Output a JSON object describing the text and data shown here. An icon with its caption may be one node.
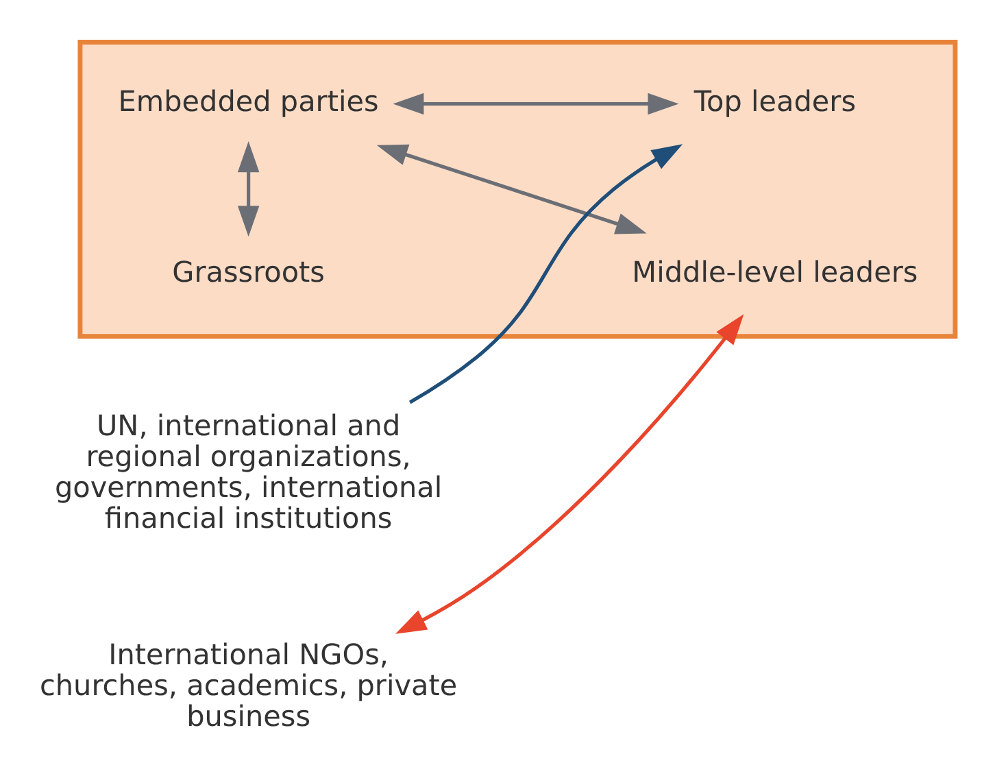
{
  "diagram": {
    "nodes": [
      {
        "text": [],
        "shape": "triangle"
      },
      {
        "text": [
          "UN, international and regional organizations, governments, international financial institutions"
        ]
      },
      {
        "text": [
          "Top leaders"
        ],
        "in": 0
      },
      {
        "text": [
          "International NGOs, churches, academics, private business"
        ]
      },
      {
        "text": [
          "Middle-level leaders"
        ],
        "in": 0
      },
      {
        "text": [
          "Embedded parties"
        ],
        "in": 0
      },
      {
        "text": [
          "Grassroots"
        ],
        "in": 0
      }
    ],
    "edges": [
      {
        "from": 1,
        "to": 2,
        "arrow": "to",
        "color": "#1f4e79"
      },
      {
        "from": 3,
        "to": 4,
        "arrow": "both",
        "color": "#e8452c"
      },
      {
        "from": 2,
        "to": 5,
        "arrow": "both"
      },
      {
        "from": 4,
        "to": 5,
        "arrow": "both"
      },
      {
        "from": 6,
        "to": 5,
        "arrow": "both"
      }
    ]
  }
}
